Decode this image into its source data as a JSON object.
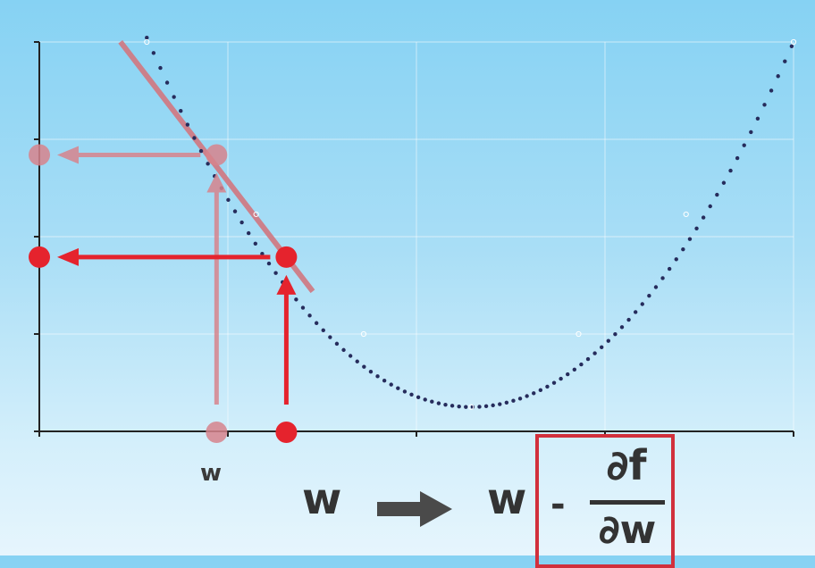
{
  "chart_data": {
    "type": "line",
    "curve": {
      "name": "",
      "xlim": [
        0,
        4
      ],
      "ylim": [
        0,
        4
      ],
      "grid": true
    },
    "points": [
      {
        "x": 0.57,
        "y": 4.0
      },
      {
        "x": 1.15,
        "y": 2.23
      },
      {
        "x": 1.72,
        "y": 1.0
      },
      {
        "x": 2.29,
        "y": 0.25
      },
      {
        "x": 2.86,
        "y": 1.0
      },
      {
        "x": 3.43,
        "y": 2.23
      },
      {
        "x": 4.0,
        "y": 4.0
      }
    ],
    "steps": [
      {
        "w": 0.94,
        "fw": 2.84,
        "color": "#d7848d",
        "opacity": 0.85
      },
      {
        "w": 1.31,
        "fw": 1.79,
        "color": "#e5232d",
        "opacity": 1.0
      }
    ],
    "tangent_color": "#cf7c86",
    "curve_color": "#262c5c",
    "x_label": "w"
  },
  "formula": {
    "lhs": "w",
    "rhs_w": "w",
    "minus": "-",
    "numerator": "∂f",
    "denominator": "∂w",
    "box_color": "#d1303c"
  }
}
